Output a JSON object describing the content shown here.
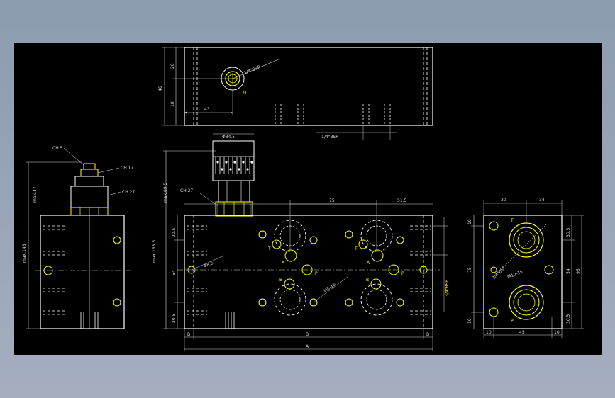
{
  "colors": {
    "background": "#9aa6b8",
    "canvas": "#000000",
    "outline": "#ffffff",
    "accent": "#ffff00",
    "dimension": "#d8d8d8"
  },
  "top_view": {
    "dim_total": "46",
    "dim_upper": "28",
    "dim_lower": "18",
    "dim_offset": "43",
    "port_note": "1/4\"BSP",
    "port_letter": "M",
    "bottom_note": "1/4\"BSP"
  },
  "knob": {
    "diameter": "Φ34.5"
  },
  "side_view": {
    "hex_top": "CH.5",
    "hex_mid": "CH.17",
    "hex_low": "CH.27",
    "max_height": "max.47",
    "body_height": "max.148"
  },
  "front_view": {
    "hex": "CH.27",
    "knob_height": "max.89.5",
    "total_height": "max.163.5",
    "dim_top": "20.5",
    "dim_mid": "54",
    "dim_low": "20.5",
    "dim_75": "75",
    "dim_51_5": "51.5",
    "hole_dia": "Φ8.5",
    "thread": "M8-16",
    "right_note": "3/4\"BSP",
    "bottom_b_left": "B",
    "bottom_b_mid": "B",
    "bottom_b_right": "B",
    "bottom_a": "A",
    "port_t": "T",
    "port_a": "A",
    "port_p": "P",
    "port_b": "B"
  },
  "right_view": {
    "dim_top_left": "30",
    "dim_top_right": "34",
    "dim_r_top": "10",
    "dim_r_mid": "75",
    "dim_r_low": "10",
    "dim_right_1": "30.5",
    "dim_right_2": "54",
    "dim_right_3": "96",
    "dim_right_4": "30.5",
    "dim_bot_left": "10",
    "dim_bot_mid": "45",
    "dim_bot_right": "10",
    "port_note": "3/4\"BSP",
    "thread": "M10-15",
    "port_t": "T",
    "port_p": "P"
  }
}
